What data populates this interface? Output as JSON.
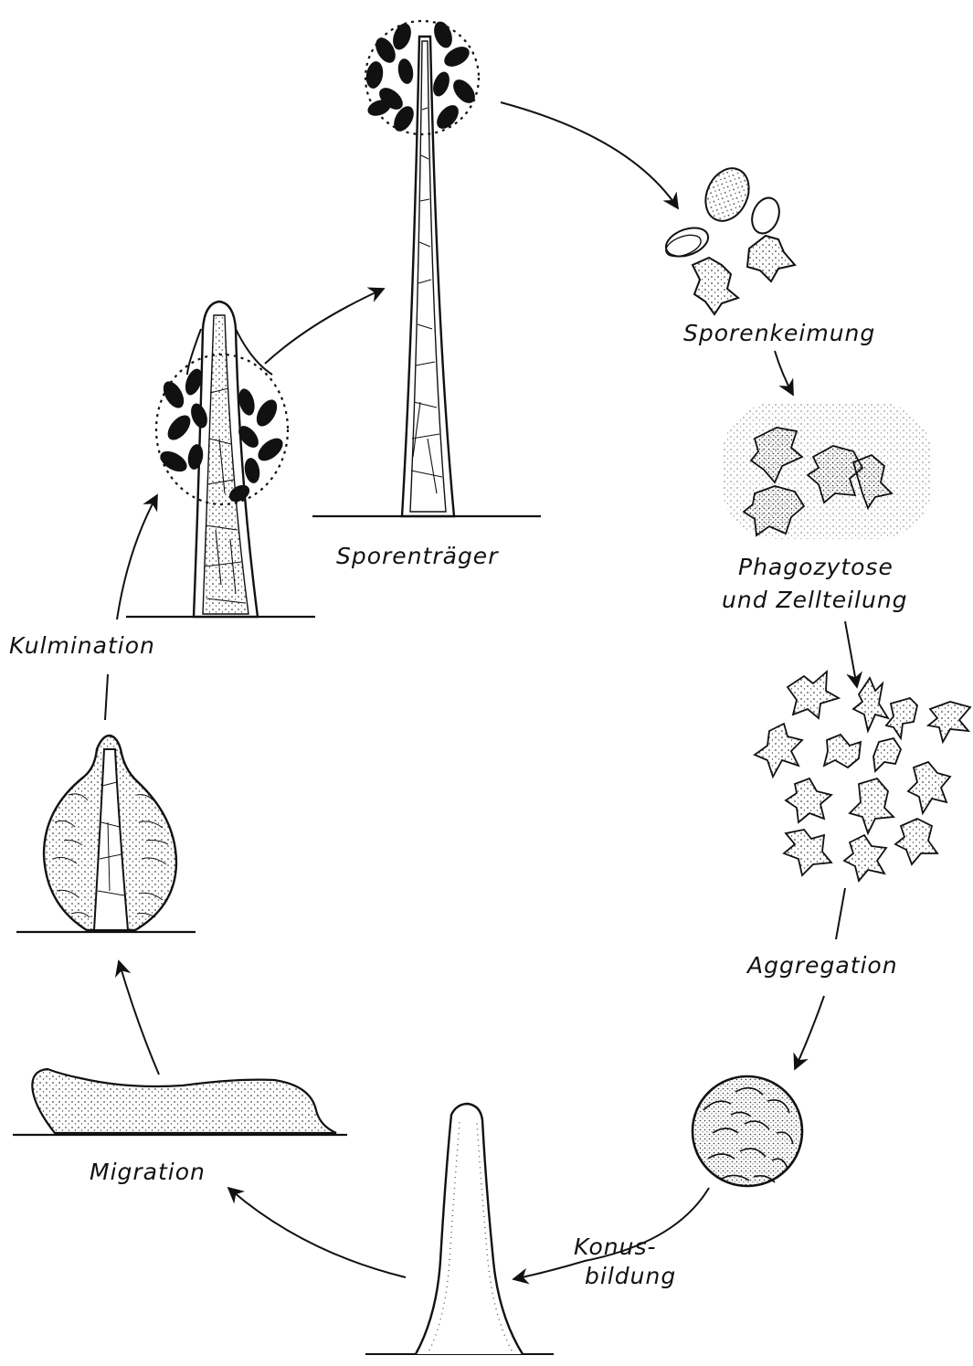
{
  "stages": {
    "sporentraeger": "Sporenträger",
    "sporenkeimung": "Sporenkeimung",
    "phagozytose_line1": "Phagozytose",
    "phagozytose_line2": "und Zellteilung",
    "aggregation": "Aggregation",
    "konusbildung_line1": "Konus-",
    "konusbildung_line2": "bildung",
    "migration": "Migration",
    "kulmination": "Kulmination"
  },
  "colors": {
    "ink": "#111111",
    "stipple": "#555555",
    "paper": "#ffffff"
  }
}
